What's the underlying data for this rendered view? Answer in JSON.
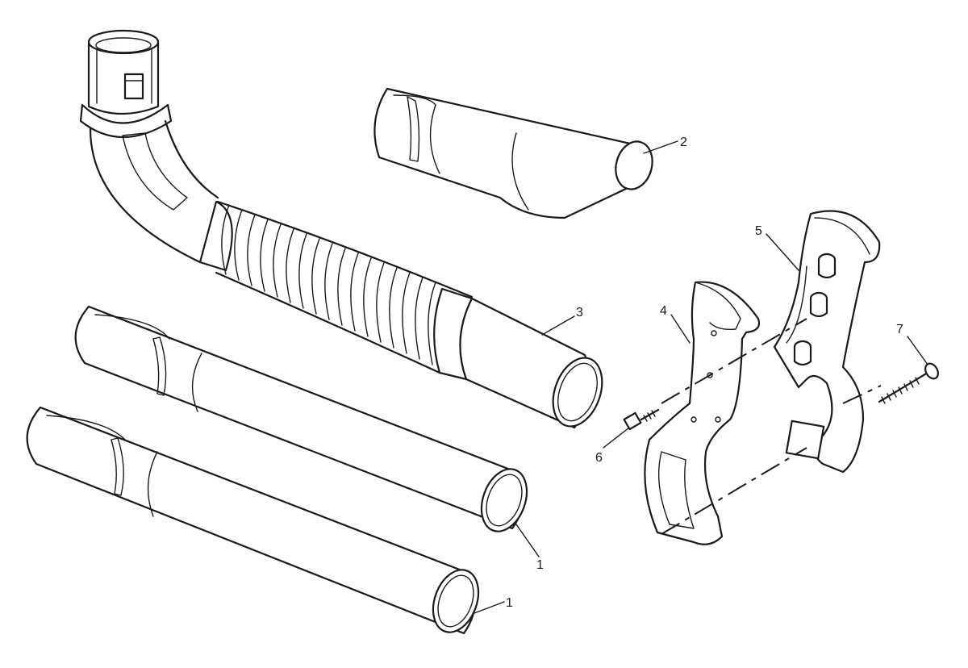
{
  "diagram": {
    "callouts": [
      {
        "id": "c1a",
        "label": "1"
      },
      {
        "id": "c1b",
        "label": "1"
      },
      {
        "id": "c2",
        "label": "2"
      },
      {
        "id": "c3",
        "label": "3"
      },
      {
        "id": "c4",
        "label": "4"
      },
      {
        "id": "c5",
        "label": "5"
      },
      {
        "id": "c6",
        "label": "6"
      },
      {
        "id": "c7",
        "label": "7"
      }
    ]
  }
}
